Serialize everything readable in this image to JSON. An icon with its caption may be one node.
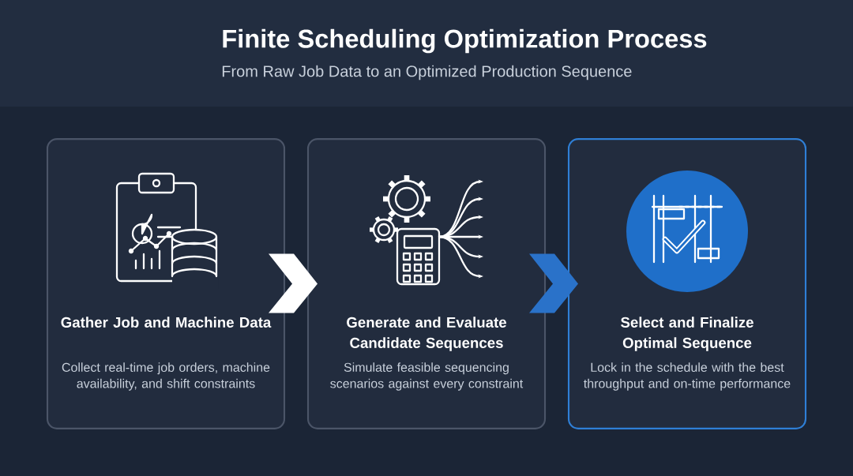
{
  "diagram": {
    "title": "Finite Scheduling Optimization Process",
    "nodes": [
      {
        "text": [
          "Gather Job and Machine Data",
          "Collect real-time job orders, machine availability, and shift constraints"
        ]
      },
      {
        "text": [
          "Generate and Evaluate Candidate Sequences",
          "Simulate feasible sequencing scenarios against every constraint"
        ]
      },
      {
        "text": [
          "Select and Finalize Optimal Sequence",
          "Lock in the schedule with the best throughput and on-time performance"
        ]
      }
    ],
    "edges": [
      {
        "from": 0,
        "to": 1,
        "arrow": "to"
      },
      {
        "from": 1,
        "to": 2,
        "arrow": "to",
        "color": "#2a72c9"
      }
    ],
    "labels": [
      "From Raw Job Data to an Optimized Production Sequence"
    ]
  }
}
